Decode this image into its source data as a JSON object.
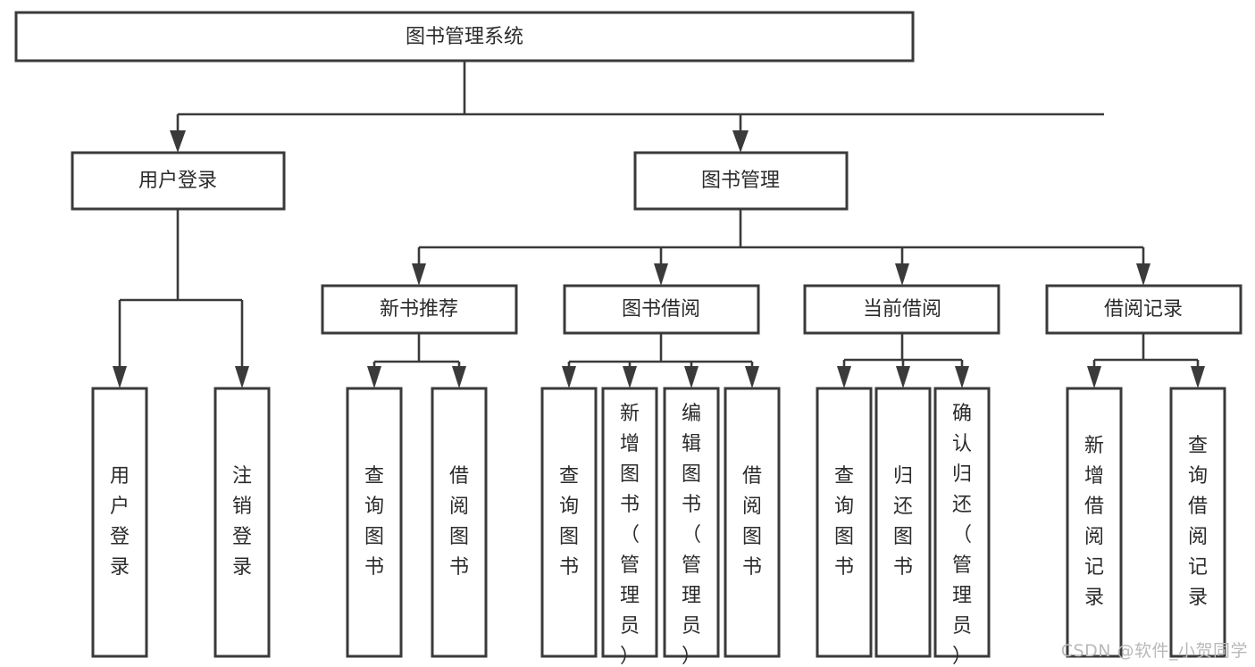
{
  "diagram": {
    "title": "图书管理系统",
    "type": "tree-hierarchy-chart",
    "orientation": "top-down",
    "colors": {
      "box_stroke": "#3a3a3a",
      "box_fill": "#ffffff",
      "connector": "#3a3a3a",
      "text": "#2b2b2b",
      "background": "#ffffff",
      "watermark": "#b9b9b9"
    },
    "root": {
      "label": "图书管理系统"
    },
    "level2": [
      {
        "label": "用户登录"
      },
      {
        "label": "图书管理"
      }
    ],
    "level3": [
      {
        "label": "新书推荐"
      },
      {
        "label": "图书借阅"
      },
      {
        "label": "当前借阅"
      },
      {
        "label": "借阅记录"
      }
    ],
    "leaves": {
      "user_login": [
        {
          "label": "用户登录"
        },
        {
          "label": "注销登录"
        }
      ],
      "new_book_recommend": [
        {
          "label": "查询图书"
        },
        {
          "label": "借阅图书"
        }
      ],
      "book_borrow": [
        {
          "label": "查询图书"
        },
        {
          "label": "新增图书（管理员）"
        },
        {
          "label": "编辑图书（管理员）"
        },
        {
          "label": "借阅图书"
        }
      ],
      "current_borrow": [
        {
          "label": "查询图书"
        },
        {
          "label": "归还图书"
        },
        {
          "label": "确认归还（管理员）"
        }
      ],
      "borrow_record": [
        {
          "label": "新增借阅记录"
        },
        {
          "label": "查询借阅记录"
        }
      ]
    }
  },
  "watermark": {
    "text": "CSDN @软件_小贺同学"
  },
  "chart_data": {
    "type": "table",
    "title": "图书管理系统",
    "nodes": [
      {
        "id": "root",
        "label": "图书管理系统",
        "level": 1,
        "parent": null
      },
      {
        "id": "n2a",
        "label": "用户登录",
        "level": 2,
        "parent": "root"
      },
      {
        "id": "n2b",
        "label": "图书管理",
        "level": 2,
        "parent": "root"
      },
      {
        "id": "n3a",
        "label": "用户登录",
        "level": 3,
        "parent": "n2a"
      },
      {
        "id": "n3b",
        "label": "注销登录",
        "level": 3,
        "parent": "n2a"
      },
      {
        "id": "n3c",
        "label": "新书推荐",
        "level": 3,
        "parent": "n2b"
      },
      {
        "id": "n3d",
        "label": "图书借阅",
        "level": 3,
        "parent": "n2b"
      },
      {
        "id": "n3e",
        "label": "当前借阅",
        "level": 3,
        "parent": "n2b"
      },
      {
        "id": "n3f",
        "label": "借阅记录",
        "level": 3,
        "parent": "n2b"
      },
      {
        "id": "n4a",
        "label": "查询图书",
        "level": 4,
        "parent": "n3c"
      },
      {
        "id": "n4b",
        "label": "借阅图书",
        "level": 4,
        "parent": "n3c"
      },
      {
        "id": "n4c",
        "label": "查询图书",
        "level": 4,
        "parent": "n3d"
      },
      {
        "id": "n4d",
        "label": "新增图书（管理员）",
        "level": 4,
        "parent": "n3d"
      },
      {
        "id": "n4e",
        "label": "编辑图书（管理员）",
        "level": 4,
        "parent": "n3d"
      },
      {
        "id": "n4f",
        "label": "借阅图书",
        "level": 4,
        "parent": "n3d"
      },
      {
        "id": "n4g",
        "label": "查询图书",
        "level": 4,
        "parent": "n3e"
      },
      {
        "id": "n4h",
        "label": "归还图书",
        "level": 4,
        "parent": "n3e"
      },
      {
        "id": "n4i",
        "label": "确认归还（管理员）",
        "level": 4,
        "parent": "n3e"
      },
      {
        "id": "n4j",
        "label": "新增借阅记录",
        "level": 4,
        "parent": "n3f"
      },
      {
        "id": "n4k",
        "label": "查询借阅记录",
        "level": 4,
        "parent": "n3f"
      }
    ]
  }
}
